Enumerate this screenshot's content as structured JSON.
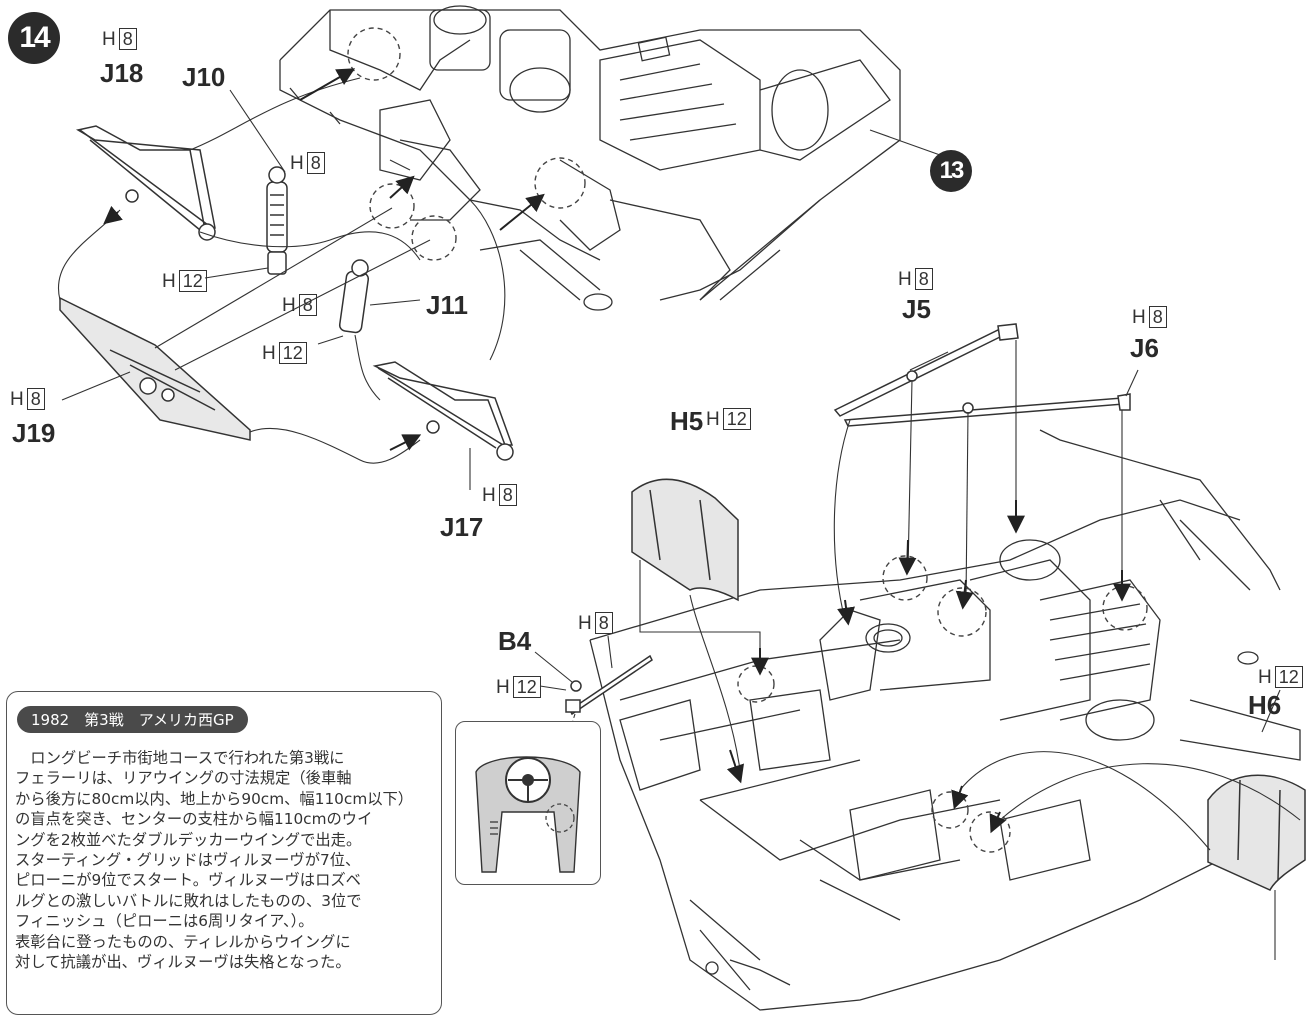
{
  "step_number": "14",
  "ref_step": "13",
  "parts": {
    "J18": "J18",
    "J10": "J10",
    "J19": "J19",
    "J11": "J11",
    "J17": "J17",
    "J5": "J5",
    "J6": "J6",
    "H5": "H5",
    "H6": "H6",
    "B4": "B4"
  },
  "codes": {
    "h": "H",
    "n8": "8",
    "n12": "12"
  },
  "note": {
    "title": "1982　第3戦　アメリカ西GP",
    "lines": [
      "　ロングビーチ市街地コースで行われた第3戦に",
      "フェラーリは、リアウイングの寸法規定（後車軸",
      "から後方に80cm以内、地上から90cm、幅110cm以下）",
      "の盲点を突き、センターの支柱から幅110cmのウイ",
      "ングを2枚並べたダブルデッカーウイングで出走。",
      "スターティング・グリッドはヴィルヌーヴが7位、",
      "ピローニが9位でスタート。ヴィルヌーヴはロズベ",
      "ルグとの激しいバトルに敗れはしたものの、3位で",
      "フィニッシュ（ピローニは6周リタイア、）。",
      "表彰台に登ったものの、ティレルからウイングに",
      "対して抗議が出、ヴィルヌーヴは失格となった。"
    ]
  }
}
